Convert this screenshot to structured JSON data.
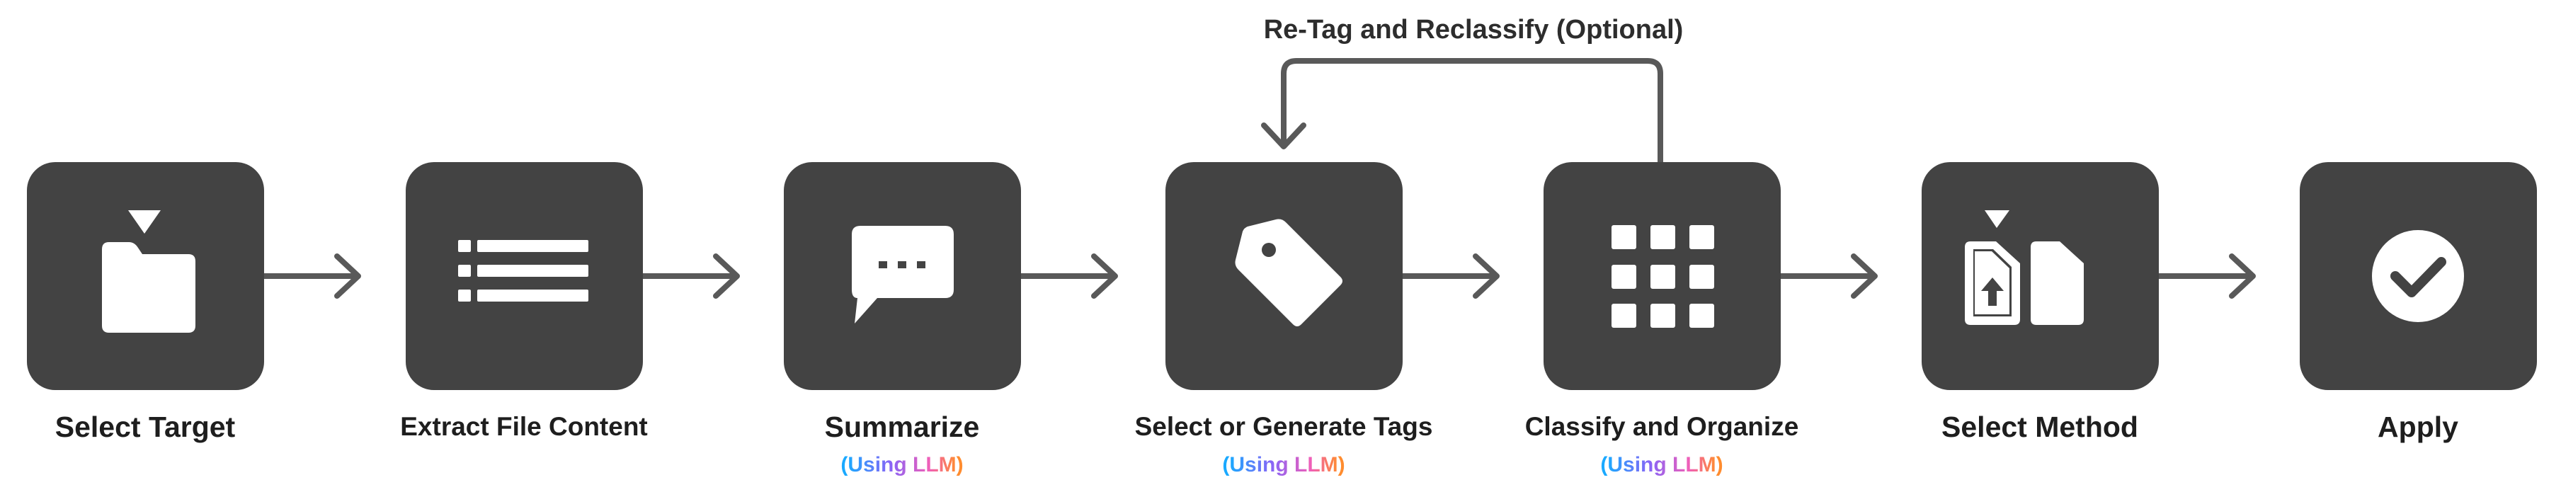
{
  "steps": [
    {
      "label": "Select Target",
      "icon": "folder-select-icon"
    },
    {
      "label": "Extract File Content",
      "icon": "list-icon"
    },
    {
      "label": "Summarize",
      "icon": "chat-bubble-icon",
      "note": {
        "open": "(",
        "text": "Using LLM",
        "close": ")"
      }
    },
    {
      "label": "Select or Generate Tags",
      "icon": "tag-icon",
      "note": {
        "open": "(",
        "text": "Using LLM",
        "close": ")"
      }
    },
    {
      "label": "Classify and Organize",
      "icon": "grid-icon",
      "note": {
        "open": "(",
        "text": "Using LLM",
        "close": ")"
      }
    },
    {
      "label": "Select Method",
      "icon": "file-upload-icon"
    },
    {
      "label": "Apply",
      "icon": "checkmark-circle-icon"
    }
  ],
  "loop": {
    "label": "Re-Tag and Reclassify (Optional)"
  },
  "colors": {
    "tile": "#434343",
    "arrow": "#595959",
    "icon": "#ffffff",
    "text": "#1e1e1e",
    "llm_gradient": [
      "#1aa9ff",
      "#8a64f6",
      "#f05fb8",
      "#ff8c2f"
    ]
  }
}
